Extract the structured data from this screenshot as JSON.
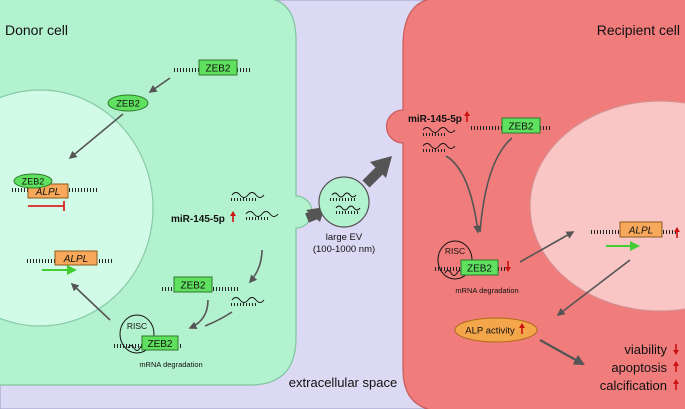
{
  "labels": {
    "donor_cell": "Donor cell",
    "recipient_cell": "Recipient cell",
    "extracellular_space": "extracellular space",
    "large_ev": "large EV",
    "ev_size": "(100-1000 nm)",
    "mir": "miR-145-5p",
    "zeb2": "ZEB2",
    "alpl": "ALPL",
    "risc": "RISC",
    "mrna_degradation": "mRNA degradation",
    "alp_activity": "ALP activity",
    "viability": "viability",
    "apoptosis": "apoptosis",
    "calcification": "calcification"
  },
  "colors": {
    "background": "#dcd9f4",
    "donor_cell": "#b3f2cf",
    "donor_nucleus": "#d2fbe7",
    "recipient_cell": "#f07c7c",
    "recipient_nucleus": "#f9c5c5",
    "zeb2_box": "#5fe05f",
    "alpl_box": "#f8a85a",
    "alp_activity": "#f4a64a",
    "up_arrow": "#cc1111",
    "down_arrow": "#cc1111",
    "inhibition": "#dd2222",
    "activation_arrow": "#44cc33",
    "process_arrow": "#555555"
  },
  "indicators": {
    "donor_mir": "up",
    "recipient_mir": "up",
    "recipient_zeb2": "down",
    "recipient_alpl": "up",
    "alp_activity": "up",
    "viability": "down",
    "apoptosis": "up",
    "calcification": "up"
  }
}
